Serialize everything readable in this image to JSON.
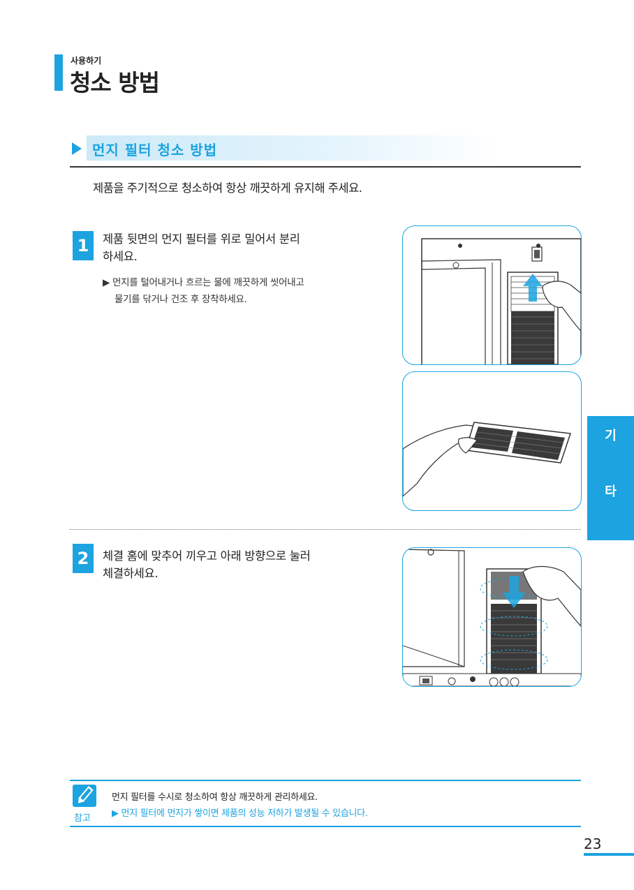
{
  "header": {
    "subtitle": "사용하기",
    "title": "청소 방법"
  },
  "section": {
    "title": "먼지 필터 청소 방법",
    "intro": "제품을 주기적으로 청소하여 항상 깨끗하게 유지해 주세요."
  },
  "steps": [
    {
      "number": "1",
      "text_line1": "제품 뒷면의 먼지 필터를 위로 밀어서 분리",
      "text_line2": "하세요.",
      "note_line1": "먼지를 털어내거나 흐르는 물에 깨끗하게 씻어내고",
      "note_line2": "물기를 닦거나 건조 후 장착하세요."
    },
    {
      "number": "2",
      "text_line1": "체결 홈에 맞추어 끼우고 아래 방향으로 눌러",
      "text_line2": "체결하세요."
    }
  ],
  "side_tab": {
    "char1": "기",
    "char2": "타"
  },
  "note": {
    "label": "참고",
    "line1": "먼지 필터를 수시로 청소하여 항상 깨끗하게 관리하세요.",
    "line2": "▶ 먼지 필터에 먼지가 쌓이면 제품의 성능 저하가 발생될 수 있습니다."
  },
  "page": {
    "number": "23"
  },
  "colors": {
    "accent": "#1ca3e0",
    "band": "#cdeaf8",
    "text": "#222222"
  }
}
